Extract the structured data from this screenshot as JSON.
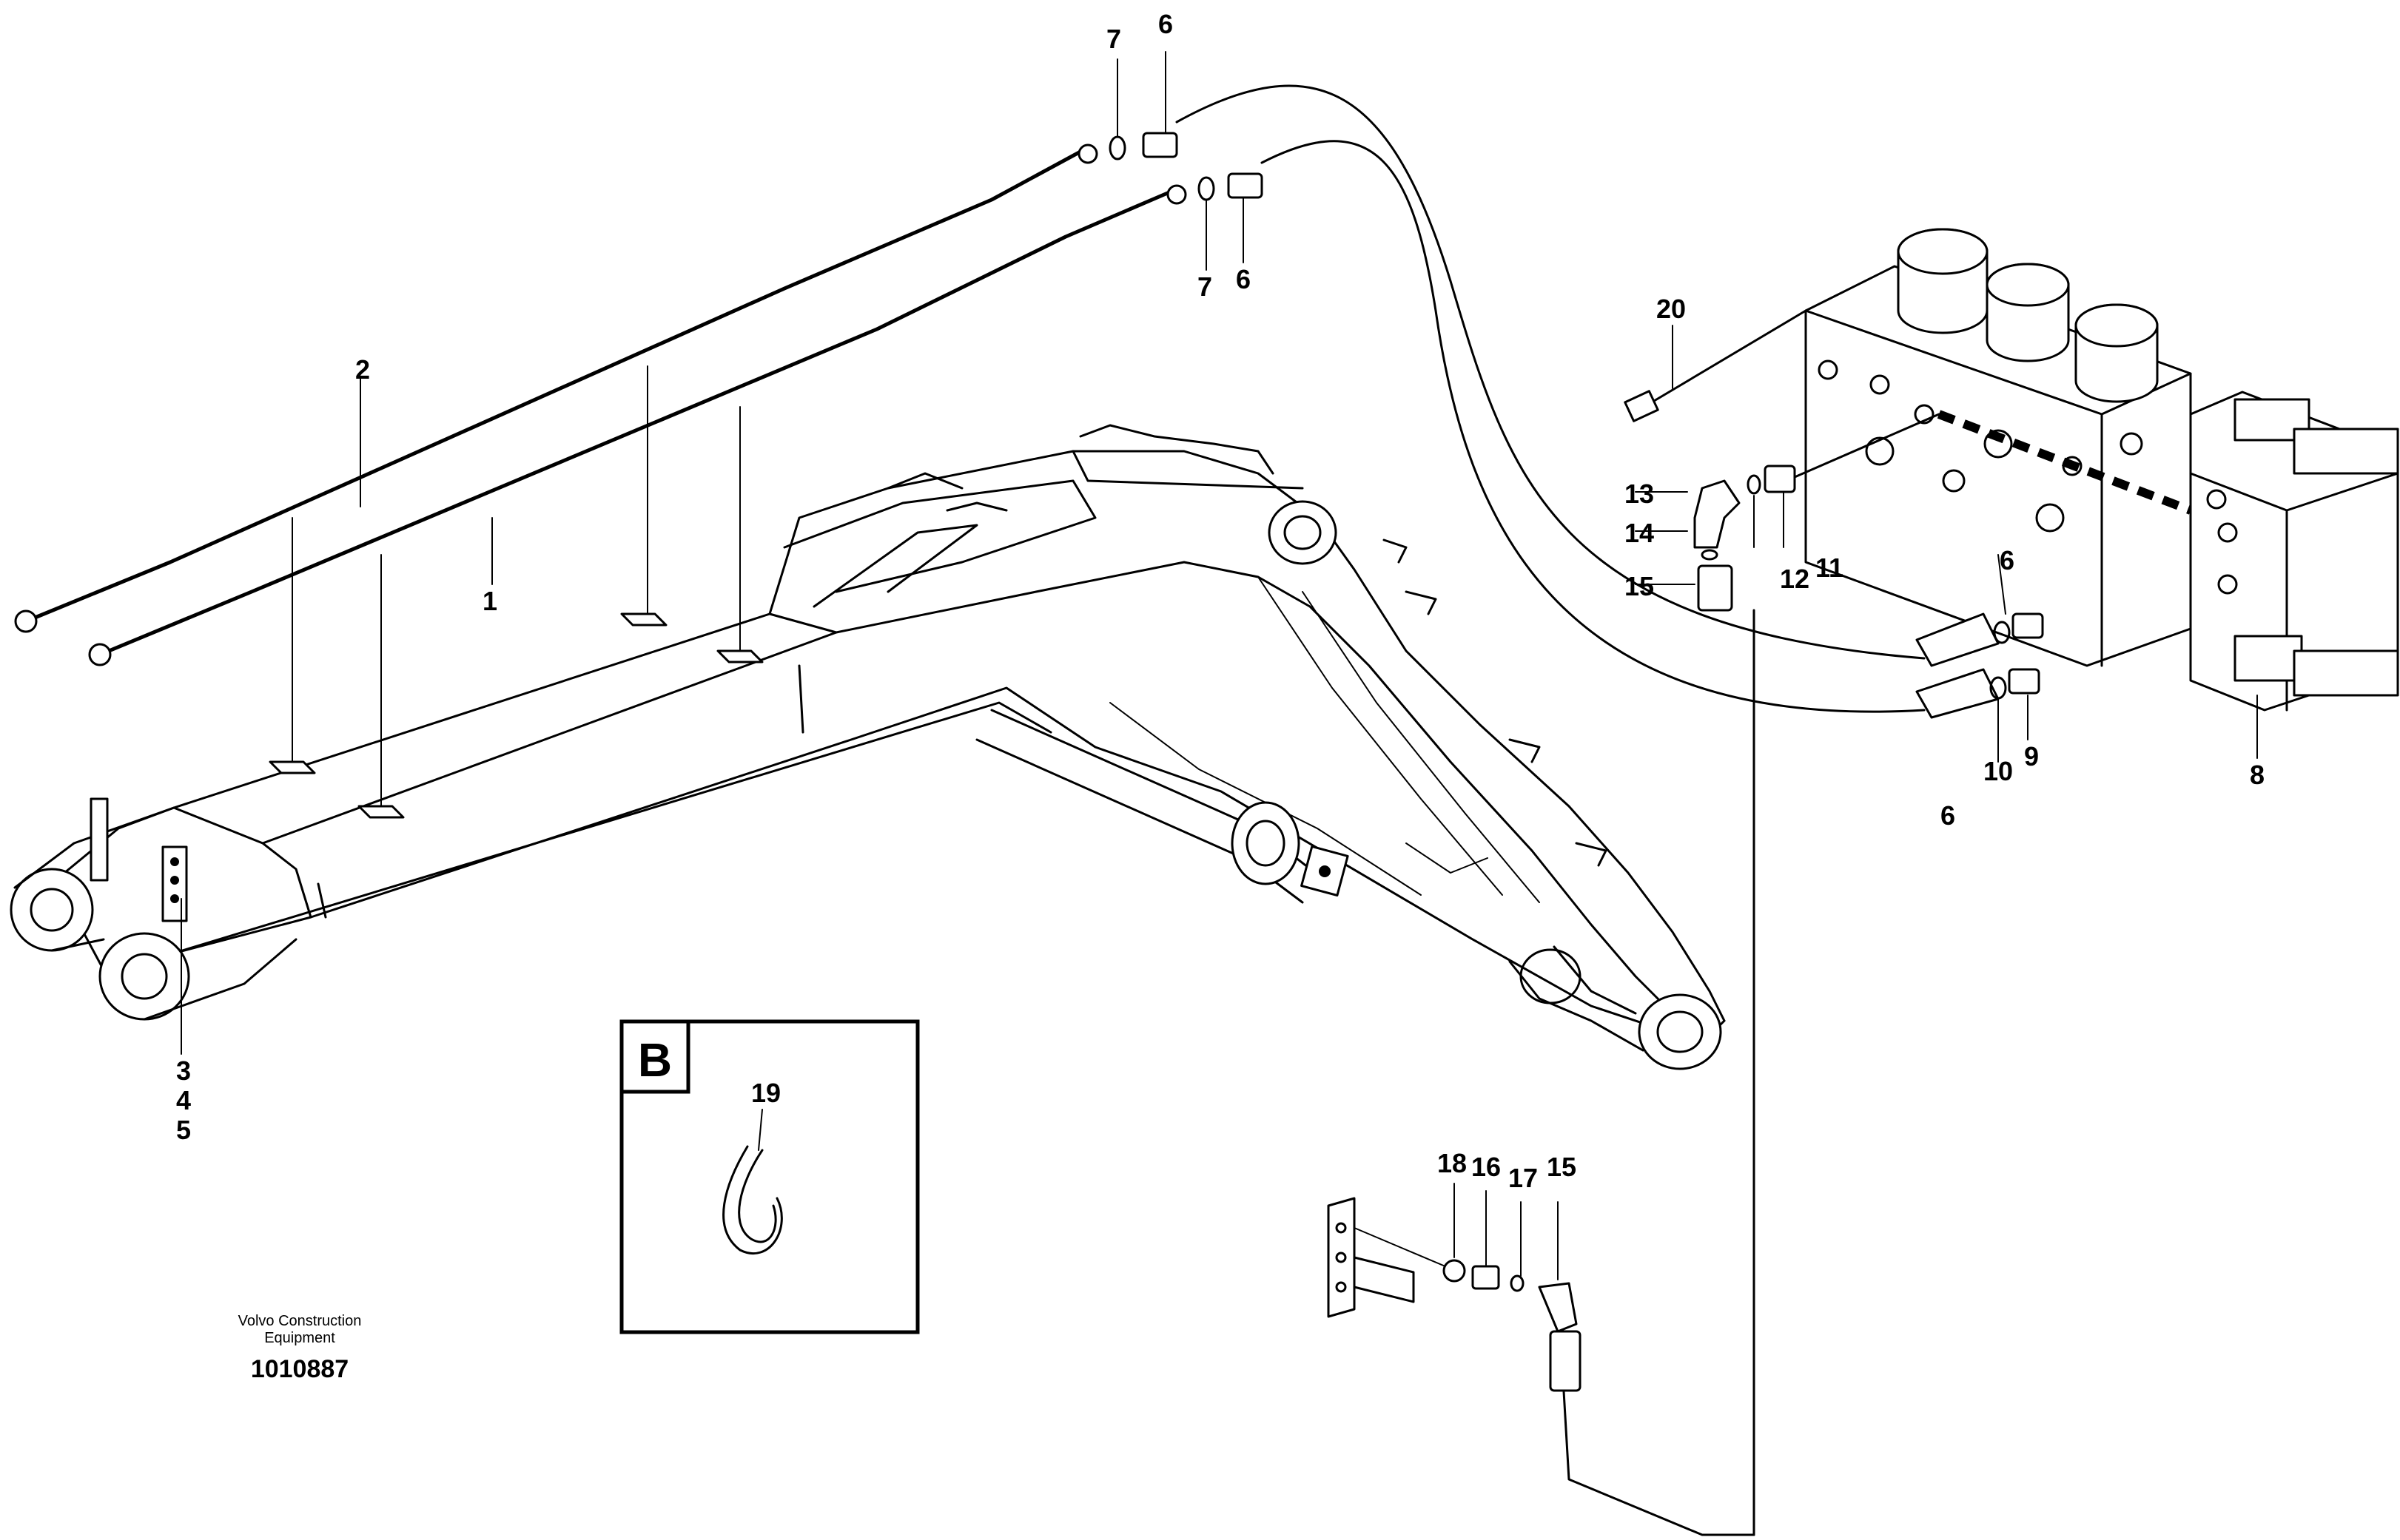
{
  "callouts": {
    "c1": "1",
    "c2": "2",
    "c3": "3",
    "c4": "4",
    "c5": "5",
    "c6a": "6",
    "c6b": "6",
    "c6c": "6",
    "c6d": "6",
    "c7a": "7",
    "c7b": "7",
    "c8": "8",
    "c9": "9",
    "c10": "10",
    "c11": "11",
    "c12": "12",
    "c13": "13",
    "c14": "14",
    "c15a": "15",
    "c15b": "15",
    "c16": "16",
    "c17": "17",
    "c18": "18",
    "c19": "19",
    "c20": "20"
  },
  "detail_box": {
    "label": "B"
  },
  "footer": {
    "company_line1": "Volvo Construction",
    "company_line2": "Equipment",
    "drawing_number": "1010887"
  }
}
